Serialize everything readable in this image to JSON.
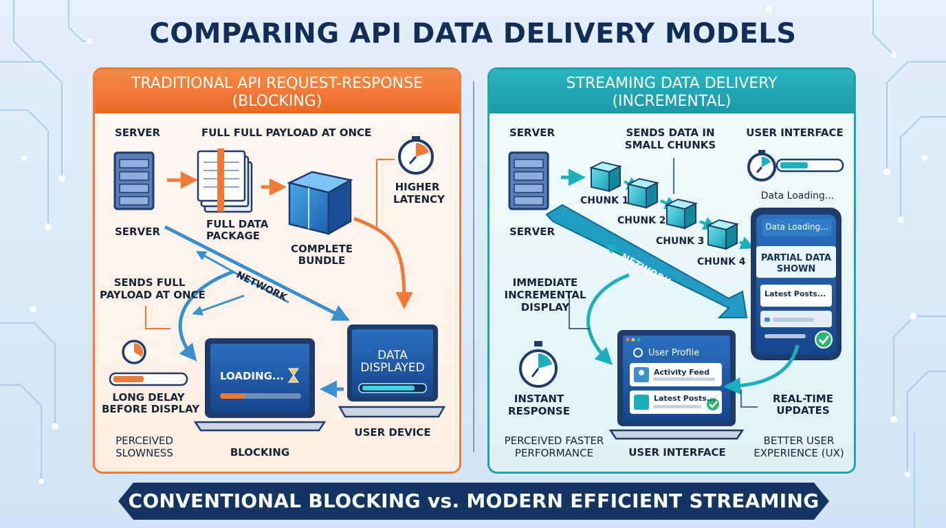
{
  "title": "COMPARING API DATA DELIVERY MODELS",
  "left_panel": {
    "heading_line1": "TRADITIONAL API REQUEST-RESPONSE",
    "heading_line2": "(BLOCKING)",
    "server_top": "SERVER",
    "server_bottom": "SERVER",
    "payload_caption": "FULL FULL PAYLOAD AT ONCE",
    "package_label_line1": "FULL DATA",
    "package_label_line2": "PACKAGE",
    "bundle_label_line1": "COMPLETE",
    "bundle_label_line2": "BUNDLE",
    "latency_line1": "HIGHER",
    "latency_line2": "LATENCY",
    "network": "NETWORK",
    "sends_line1": "SENDS FULL",
    "sends_line2": "PAYLOAD AT ONCE",
    "delay_line1": "LONG DELAY",
    "delay_line2": "BEFORE DISPLAY",
    "loading": "LOADING...",
    "data_displayed_line1": "DATA",
    "data_displayed_line2": "DISPLAYED",
    "user_device": "USER DEVICE",
    "perceived_line1": "PERCEIVED",
    "perceived_line2": "SLOWNESS",
    "blocking": "BLOCKING"
  },
  "right_panel": {
    "heading_line1": "STREAMING DATA DELIVERY",
    "heading_line2": "(INCREMENTAL)",
    "server_top": "SERVER",
    "server_bottom": "SERVER",
    "chunks_caption_line1": "SENDS DATA IN",
    "chunks_caption_line2": "SMALL CHUNKS",
    "chunks": [
      "CHUNK 1",
      "CHUNK 2",
      "CHUNK 3",
      "CHUNK 4"
    ],
    "ui_label": "USER INTERFACE",
    "data_loading_caption": "Data Loading...",
    "phone_loading": "Data Loading...",
    "partial_line1": "PARTIAL DATA",
    "partial_line2": "SHOWN",
    "latest_posts_phone": "Latest Posts...",
    "network": "NETWORK",
    "immediate_line1": "IMMEDIATE",
    "immediate_line2": "INCREMENTAL",
    "immediate_line3": "DISPLAY",
    "instant_line1": "INSTANT",
    "instant_line2": "RESPONSE",
    "user_profile": "User Profile",
    "activity_feed": "Activity Feed",
    "latest_posts_laptop": "Latest Posts...",
    "realtime_line1": "REAL-TIME",
    "realtime_line2": "UPDATES",
    "perceived_line1": "PERCEIVED FASTER",
    "perceived_line2": "PERFORMANCE",
    "user_interface_bottom": "USER INTERFACE",
    "better_line1": "BETTER USER",
    "better_line2": "EXPERIENCE (UX)"
  },
  "banner": "CONVENTIONAL BLOCKING vs. MODERN EFFICIENT STREAMING",
  "colors": {
    "navy": "#123563",
    "orange": "#f07a35",
    "teal": "#1fa3b0",
    "blue": "#3a8fd0",
    "green": "#2bb673"
  }
}
